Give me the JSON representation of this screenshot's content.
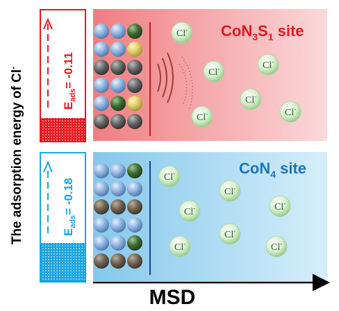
{
  "y_axis_label": "The adsorption energy of Cl",
  "y_axis_label_sup": "-",
  "x_axis_label": "MSD",
  "panels": [
    {
      "id": "top",
      "site_label_parts": [
        "CoN",
        "3",
        "S",
        "1",
        " site"
      ],
      "eads_label": "E",
      "eads_sub": "ads",
      "eads_value": "= -0.11",
      "accent": "#e8171e",
      "energy_fill_fraction": 0.17
    },
    {
      "id": "bottom",
      "site_label_parts": [
        "CoN",
        "4",
        " site"
      ],
      "eads_label": "E",
      "eads_sub": "ads",
      "eads_value": "= -0.18",
      "accent": "#1aa3e0",
      "energy_fill_fraction": 0.29
    }
  ],
  "ion_label": "Cl",
  "ion_sup": "-",
  "colors": {
    "top_gradient_left": "#f07d80",
    "top_gradient_right": "#fbd9da",
    "bottom_gradient_left": "#85c8ec",
    "bottom_gradient_right": "#d6eefa",
    "atom_blue": "#8fb4e0",
    "atom_green": "#3f6b34",
    "atom_gray": "#666666",
    "atom_yellow": "#e3cf6a",
    "atom_brown": "#6e6252"
  }
}
